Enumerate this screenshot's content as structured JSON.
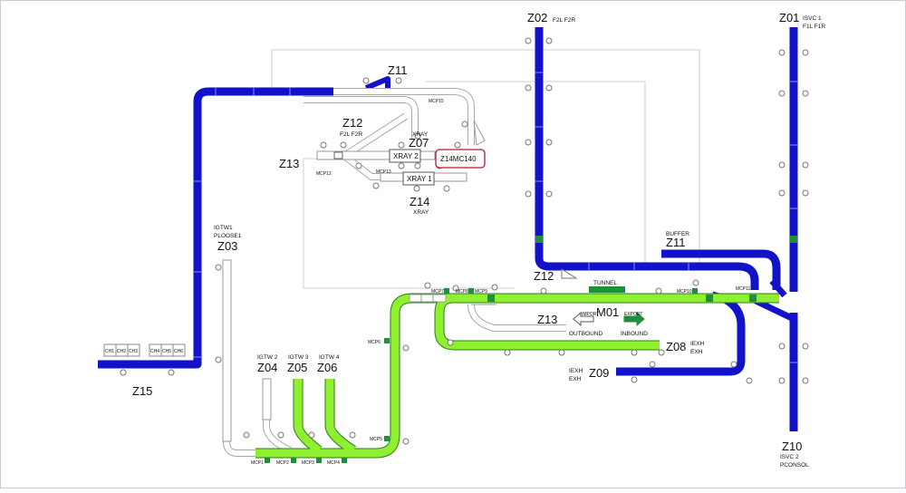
{
  "colors": {
    "blue": "#1212c8",
    "green": "#8ef02e",
    "green_dark": "#1f8f3a",
    "gray_line": "#a8a8a8",
    "highlight": "#c0152a"
  },
  "zones": {
    "z01": "Z01",
    "z02": "Z02",
    "z03": "Z03",
    "z04": "Z04",
    "z05": "Z05",
    "z06": "Z06",
    "z07": "Z07",
    "z08": "Z08",
    "z09": "Z09",
    "z10": "Z10",
    "z11_top": "Z11",
    "z11_buffer": "Z11",
    "z12_top": "Z12",
    "z12_mid": "Z12",
    "z13_left": "Z13",
    "z13_mid": "Z13",
    "z14": "Z14",
    "z15": "Z15",
    "m01": "M01"
  },
  "labels": {
    "f2l_f2r_top": "F2L  F2R",
    "isvc1": "ISVC 1",
    "f1l_f1r": "F1L  F1R",
    "f2l_f2r_z12": "F2L  F2R",
    "xray_z07": "XRAY",
    "xray_z14": "XRAY",
    "igtw1": "IGTW1",
    "ploose1": "PLOOSE1",
    "igtw2": "IGTW 2",
    "igtw3": "IGTW 3",
    "igtw4": "IGTW 4",
    "buffer": "BUFFER",
    "tunnel": "TUNNEL",
    "outbound": "OUTBOUND",
    "inbound": "INBOUND",
    "iexh_z08": "IEXH",
    "exh_z08": "EXH",
    "iexh_z09": "IEXH",
    "exh_z09": "EXH",
    "isvc2": "ISVC 2",
    "pconsol": "PCONSOL",
    "xray2": "XRAY 2",
    "xray1": "XRAY 1",
    "highlight_box": "Z14MC140",
    "import_arrow": "IMPORT",
    "export_arrow": "EXPORT"
  },
  "mcp": {
    "mcp1": "MCP1",
    "mcp2": "MCP2",
    "mcp3": "MCP3",
    "mcp4": "MCP4",
    "mcp5": "MCP5",
    "mcp6": "MCP6",
    "mcp7": "MCP7",
    "mcp8": "MCP8",
    "mcp9": "MCP9",
    "mcp10": "MCP10",
    "mcp11": "MCP11",
    "mcp12": "MCP12",
    "mcp13": "MCP13",
    "mcp15": "MCP15"
  },
  "chutes": [
    "CH1",
    "CH2",
    "CH3",
    "CH4",
    "CH5",
    "CH6"
  ]
}
